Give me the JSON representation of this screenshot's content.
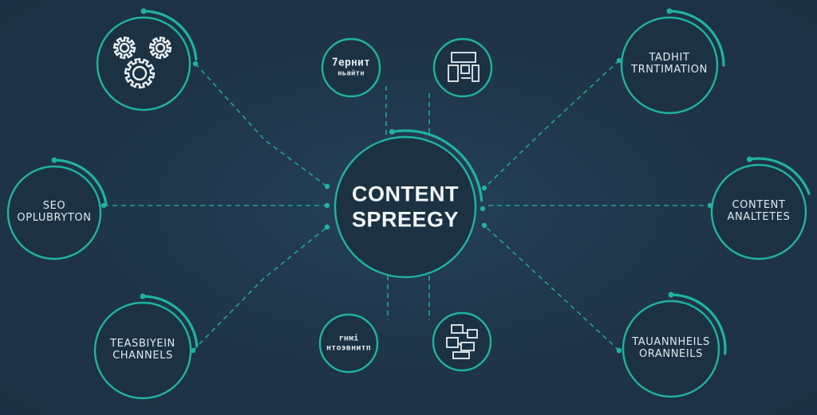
{
  "diagram": {
    "center": {
      "line1": "CONTENT",
      "line2": "SPREEGY"
    },
    "nodes": {
      "gears": {
        "icon": "gears-icon"
      },
      "small_top_left": {
        "line1": "7eрнит",
        "line2": "ньайтн"
      },
      "small_top_right": {
        "icon": "content-layout-icon"
      },
      "top_right": {
        "line1": "TADHIT",
        "line2": "TRNTIMATION"
      },
      "left_mid": {
        "line1": "SEO",
        "line2": "OPLUBRYTON"
      },
      "right_mid": {
        "line1": "CONTENT",
        "line2": "ANALTETES"
      },
      "bottom_left": {
        "line1": "TEASBIYEIN",
        "line2": "CHANNELS"
      },
      "small_bottom_left": {
        "line1": "rнмi",
        "line2": "нтоэвнитп"
      },
      "small_bottom_right": {
        "icon": "workflow-icon"
      },
      "bottom_right": {
        "line1": "TAUANNHEILS",
        "line2": "ORANNEILS"
      }
    },
    "colors": {
      "background": "#1f3547",
      "accent": "#1fb3a0",
      "text": "#dfe9ee"
    }
  }
}
